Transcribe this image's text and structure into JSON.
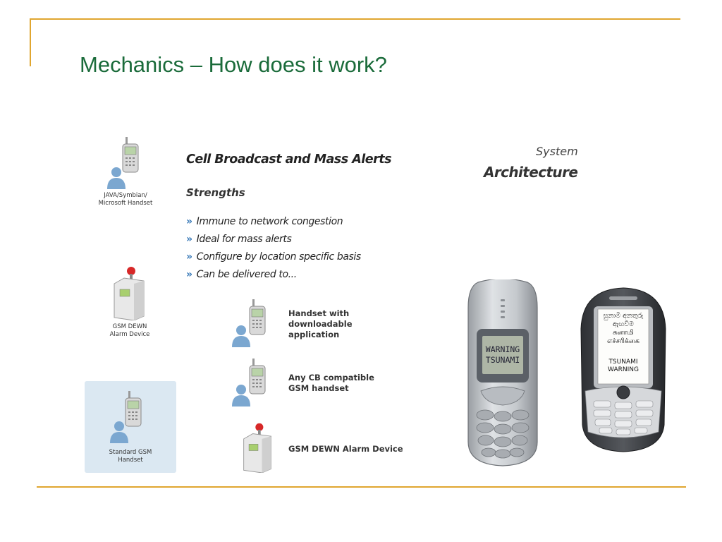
{
  "slide": {
    "title": "Mechanics – How does it work?"
  },
  "figure": {
    "heading": "Cell Broadcast and Mass Alerts",
    "strengths_heading": "Strengths",
    "bullet_glyph": "»",
    "bullets": [
      "Immune to network congestion",
      "Ideal for mass alerts",
      "Configure by location specific basis",
      "Can be delivered to..."
    ],
    "left_devices": {
      "java_label_lines": [
        "JAVA/Symbian/",
        "Microsoft Handset"
      ],
      "dewn_label_lines": [
        "GSM DEWN",
        "Alarm Device"
      ],
      "standard_label_lines": [
        "Standard GSM",
        "Handset"
      ]
    },
    "delivery_targets": {
      "downloadable_lines": [
        "Handset with",
        "downloadable",
        "application"
      ],
      "cb_compatible_lines": [
        "Any  CB compatible",
        "GSM handset"
      ],
      "dewn_device": "GSM DEWN Alarm Device"
    },
    "system_architecture": {
      "line1": "System",
      "line2": "Architecture"
    },
    "phone_screens": {
      "left_lines": [
        "WARNING",
        "TSUNAMI"
      ],
      "right_script_lines": [
        "සුනාමි අනතුරු",
        "ඇඟවීම",
        "சுனாமி",
        "எச்சரிக்கை"
      ],
      "right_english_lines": [
        "TSUNAMI",
        "WARNING"
      ]
    }
  },
  "colors": {
    "title_green": "#1a6b3a",
    "frame_gold": "#e0a630",
    "bullet_blue": "#3a7ab8",
    "highlight_box": "#dbe8f2"
  }
}
